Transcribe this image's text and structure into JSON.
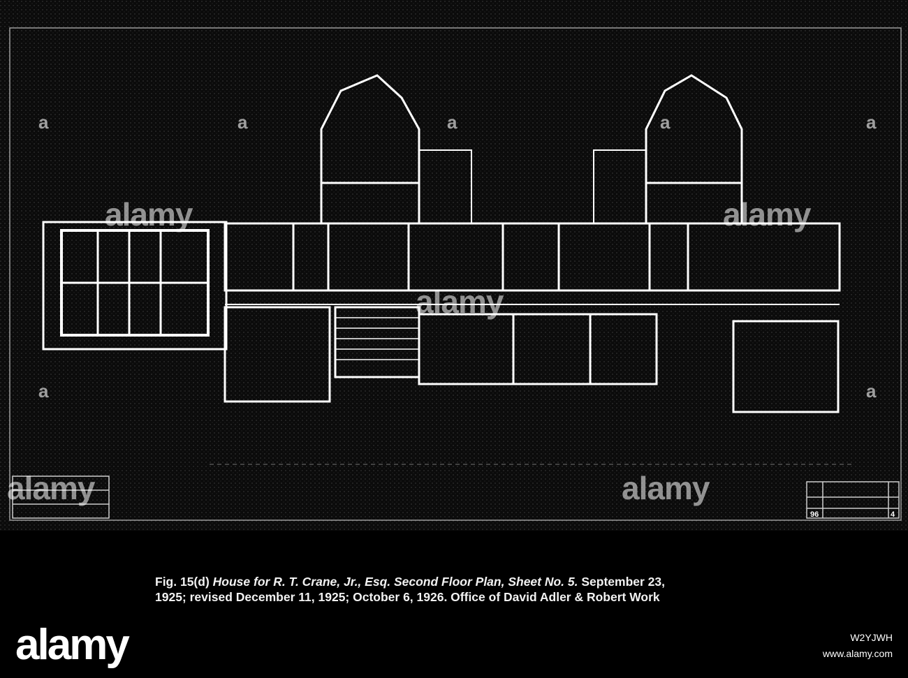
{
  "caption": {
    "fig_no": "Fig. 15(d)",
    "title": "House for R. T. Crane, Jr., Esq. Second Floor Plan, Sheet No. 5.",
    "line1_rest": "September 23,",
    "line2": "1925; revised December 11, 1925; October 6, 1926. Office of David Adler & Robert Work"
  },
  "sheet_block": {
    "sheet_ref": "96",
    "sheet_num": "4"
  },
  "watermark": {
    "text": "alamy",
    "logo": "alamy",
    "image_id": "W2YJWH",
    "url": "www.alamy.com"
  },
  "colors": {
    "background": "#000000",
    "linework": "#ffffff"
  }
}
